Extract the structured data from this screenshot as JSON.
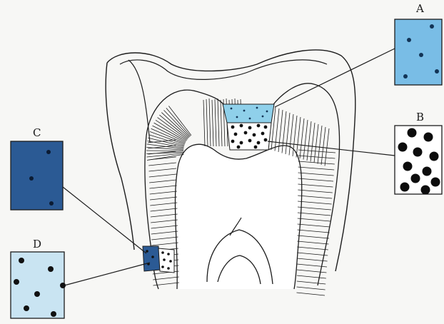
{
  "panels": [
    {
      "id": "A",
      "label": "A",
      "fill": "#79bde6",
      "dot_color": "#123456",
      "density": "sparse"
    },
    {
      "id": "B",
      "label": "B",
      "fill": "#ffffff",
      "dot_color": "#0c0c0c",
      "density": "dense"
    },
    {
      "id": "C",
      "label": "C",
      "fill": "#2b5a94",
      "dot_color": "#0b1b33",
      "density": "sparse"
    },
    {
      "id": "D",
      "label": "D",
      "fill": "#c9e4f2",
      "dot_color": "#111111",
      "density": "sparse"
    }
  ],
  "colors": {
    "outline": "#1c1c1c",
    "background": "#f7f7f5",
    "lesion_light_blue": "#8fd0ea",
    "lesion_dark_blue": "#2b5a94"
  }
}
